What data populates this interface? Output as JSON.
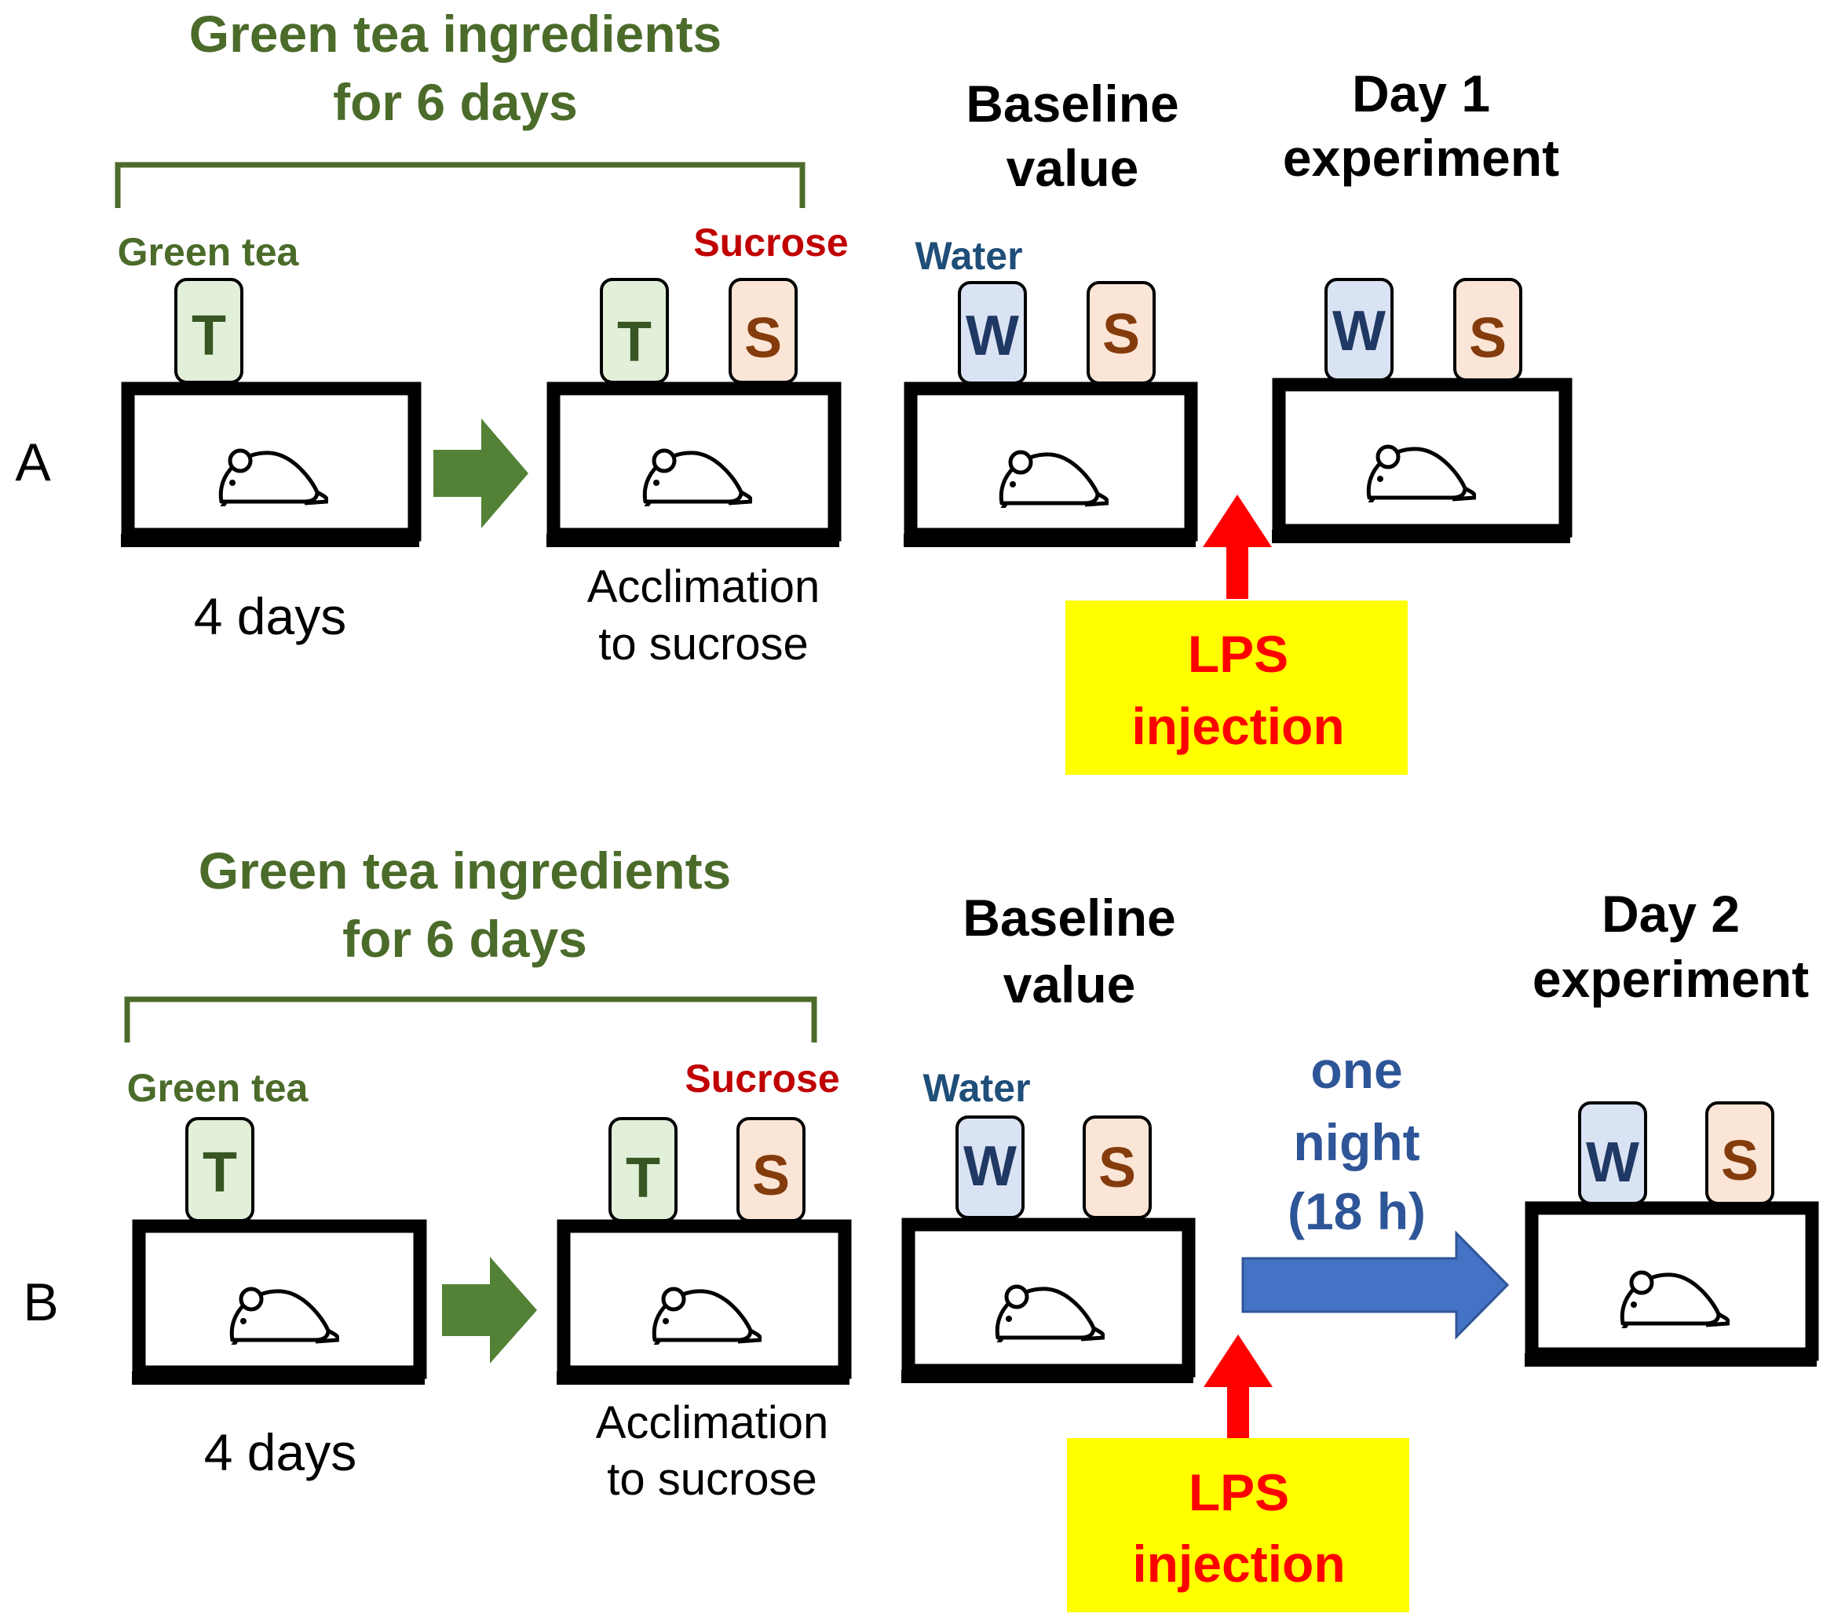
{
  "colors": {
    "green_dark": "#4b6b2a",
    "green_arrow": "#538135",
    "red": "#c00000",
    "red_arrow": "#ff0000",
    "blue_text": "#1f4e79",
    "blue_arrow": "#4472c4",
    "yellow_box": "#ffff00",
    "bottle_tea": "#e2efd9",
    "bottle_water": "#dae3f3",
    "bottle_sucrose": "#fbe5d6",
    "letter_tea": "#375623",
    "letter_water": "#1f3864",
    "letter_sucrose": "#843c0c"
  },
  "bottles": {
    "tea": "T",
    "sucrose": "S",
    "water": "W"
  },
  "panels": [
    {
      "label": "A",
      "bracket_title_line1": "Green tea ingredients",
      "bracket_title_line2": "for 6 days",
      "green_tea_label": "Green tea",
      "sucrose_label": "Sucrose",
      "water_label": "Water",
      "duration": "4 days",
      "acclimation_line1": "Acclimation",
      "acclimation_line2": "to sucrose",
      "baseline_line1": "Baseline",
      "baseline_line2": "value",
      "experiment_line1": "Day 1",
      "experiment_line2": "experiment",
      "lps_line1": "LPS",
      "lps_line2": "injection"
    },
    {
      "label": "B",
      "bracket_title_line1": "Green tea ingredients",
      "bracket_title_line2": "for 6 days",
      "green_tea_label": "Green tea",
      "sucrose_label": "Sucrose",
      "water_label": "Water",
      "duration": "4 days",
      "acclimation_line1": "Acclimation",
      "acclimation_line2": "to sucrose",
      "baseline_line1": "Baseline",
      "baseline_line2": "value",
      "experiment_line1": "Day 2",
      "experiment_line2": "experiment",
      "lps_line1": "LPS",
      "lps_line2": "injection",
      "interval_line1": "one",
      "interval_line2": "night",
      "interval_line3": "(18 h)"
    }
  ]
}
